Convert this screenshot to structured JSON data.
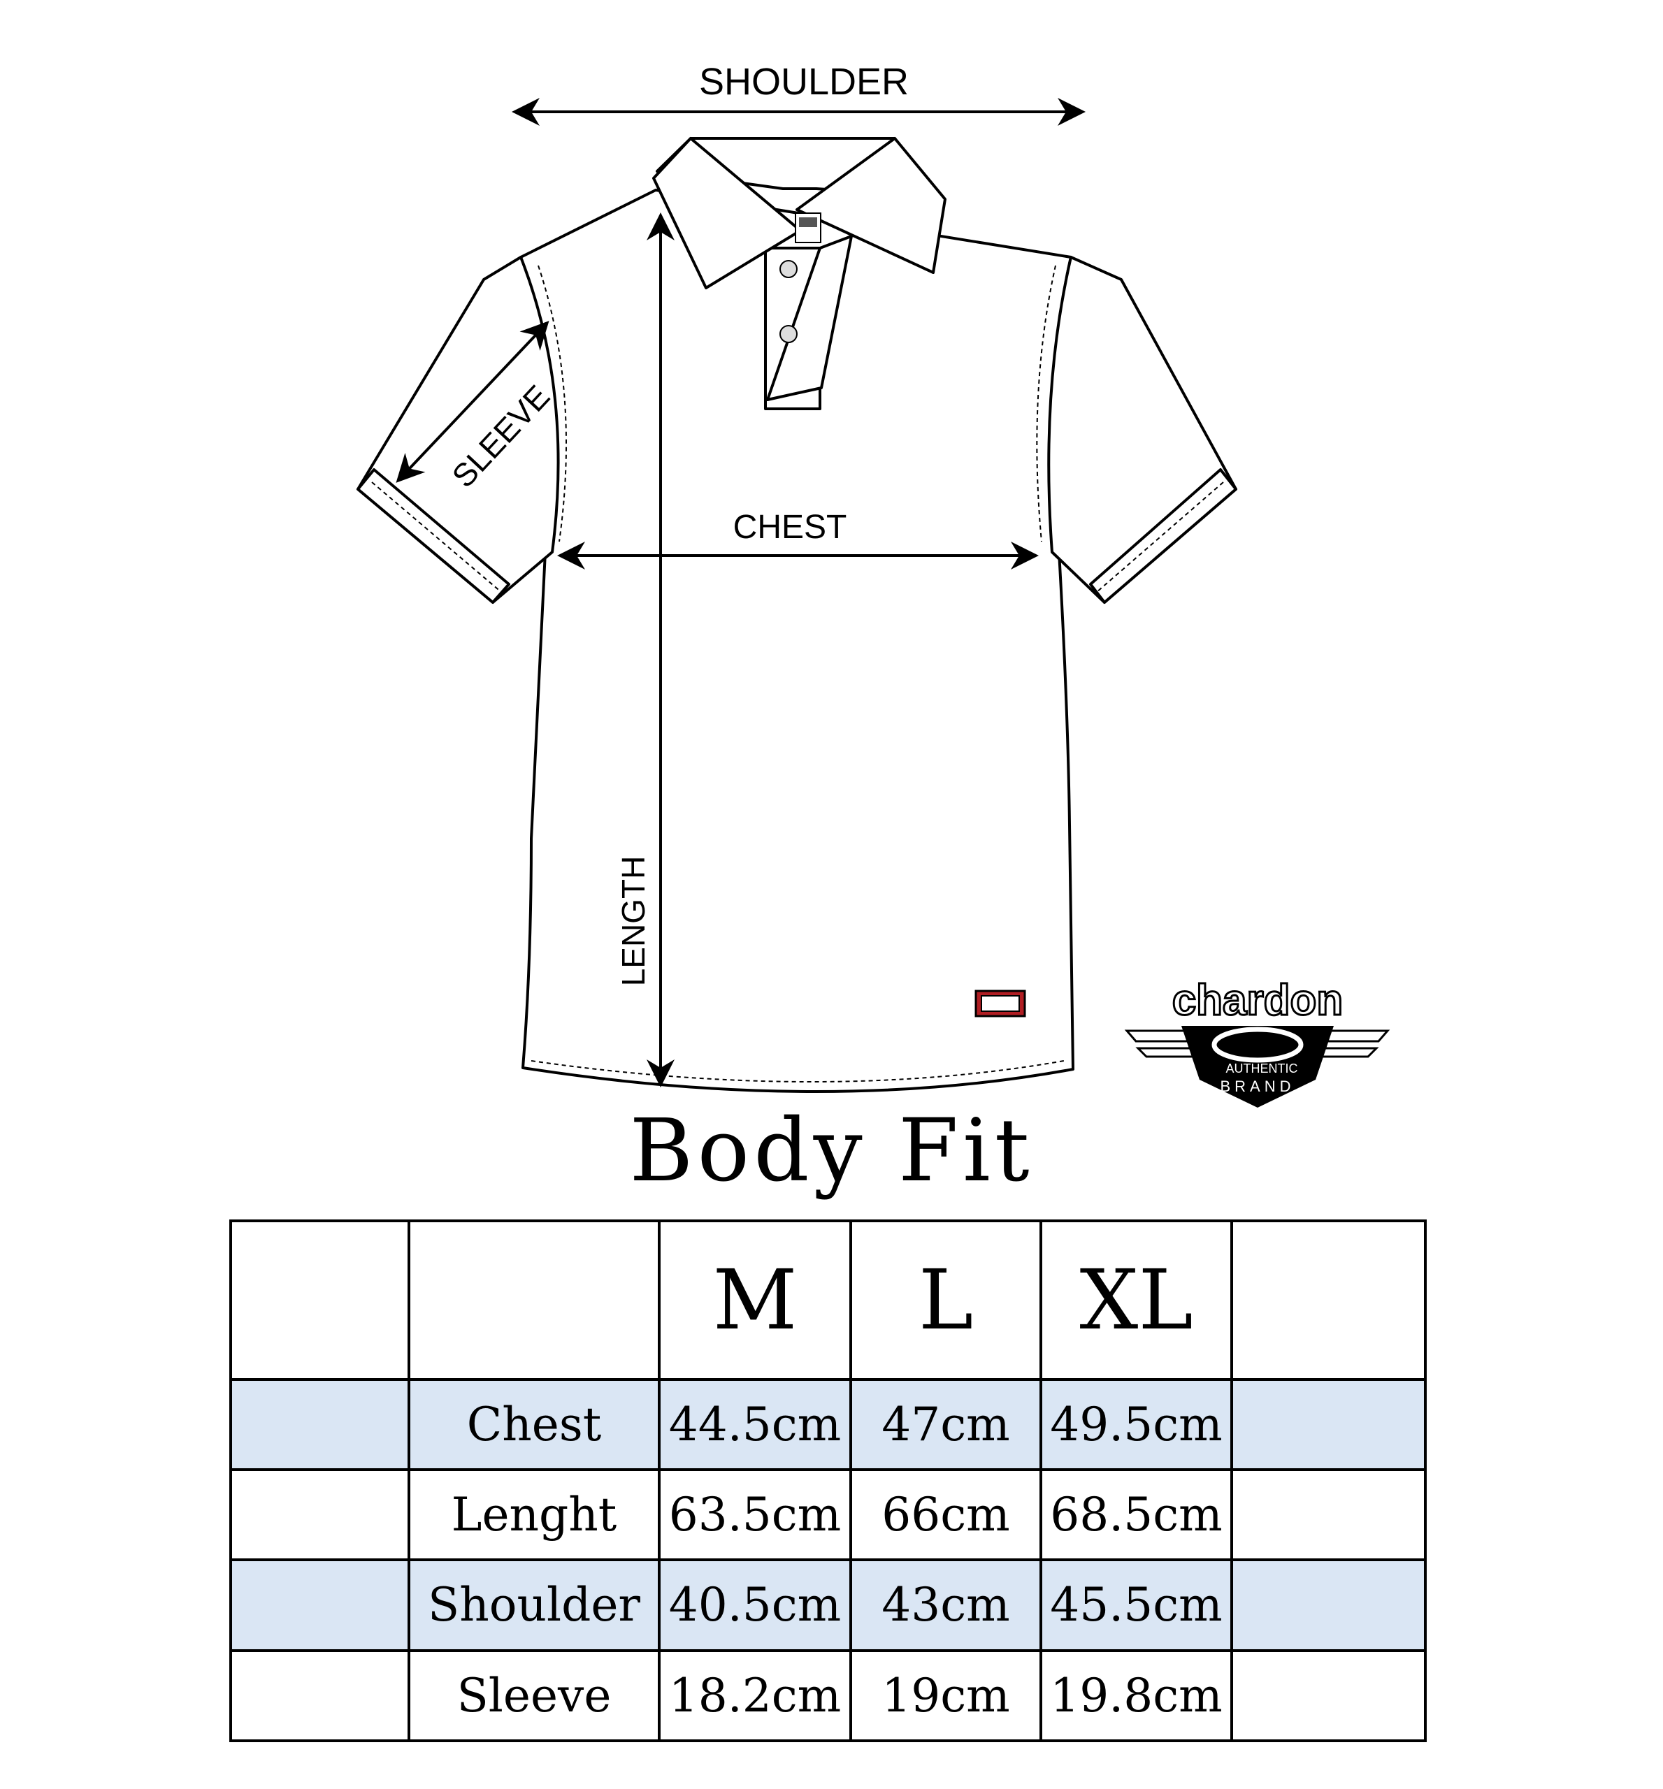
{
  "diagram": {
    "shoulder_label": "SHOULDER",
    "chest_label": "CHEST",
    "sleeve_label": "SLEEVE",
    "length_label": "LENGTH"
  },
  "logo": {
    "brand": "chardon",
    "line1": "AUTHENTIC",
    "line2": "BRAND"
  },
  "title": "Body Fit",
  "table": {
    "sizes": [
      "M",
      "L",
      "XL"
    ],
    "rows": [
      {
        "label": "Chest",
        "values": [
          "44.5cm",
          "47cm",
          "49.5cm"
        ]
      },
      {
        "label": "Lenght",
        "values": [
          "63.5cm",
          "66cm",
          "68.5cm"
        ]
      },
      {
        "label": "Shoulder",
        "values": [
          "40.5cm",
          "43cm",
          "45.5cm"
        ]
      },
      {
        "label": "Sleeve",
        "values": [
          "18.2cm",
          "19cm",
          "19.8cm"
        ]
      }
    ]
  },
  "colors": {
    "row_shade": "#dae6f4",
    "tag_red": "#b01e23"
  }
}
